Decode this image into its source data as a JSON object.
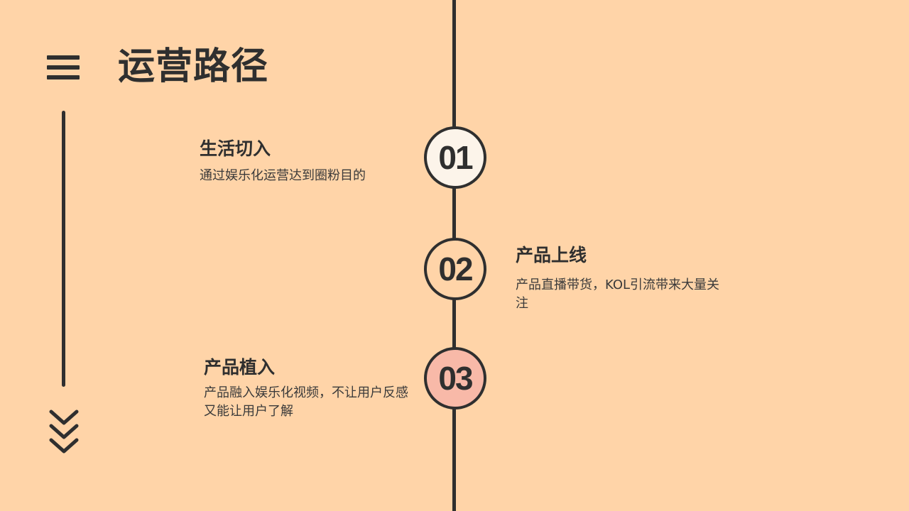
{
  "page": {
    "title": "运营路径"
  },
  "colors": {
    "background": "#ffd4a8",
    "ink": "#2f2f2f",
    "step1_fill": "#fcf4ea",
    "step2_fill": "#ffd4a8",
    "step3_fill": "#f8b9a8"
  },
  "icons": {
    "menu": "menu-icon",
    "scroll_down": "double-chevron-down-icon"
  },
  "steps": [
    {
      "number": "01",
      "title": "生活切入",
      "description": "通过娱乐化运营达到圈粉目的"
    },
    {
      "number": "02",
      "title": "产品上线",
      "description": "产品直播带货，KOL引流带来大量关注"
    },
    {
      "number": "03",
      "title": "产品植入",
      "description": "产品融入娱乐化视频，不让用户反感又能让用户了解"
    }
  ]
}
